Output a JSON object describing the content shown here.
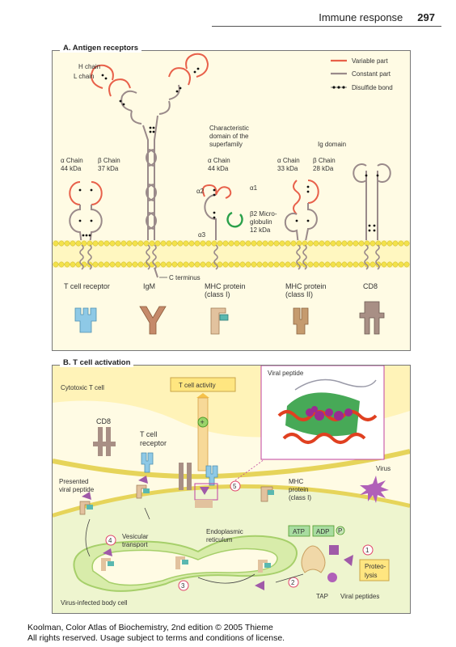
{
  "header": {
    "section": "Immune response",
    "page": "297"
  },
  "panel_a": {
    "title": "A. Antigen receptors",
    "legend": {
      "variable": "Variable part",
      "constant": "Constant part",
      "disulfide": "Disulfide bond"
    },
    "h_chain": "H chain",
    "l_chain": "L chain",
    "characteristic": [
      "Characteristic",
      "domain of the",
      "superfamily"
    ],
    "ig_domain": "Ig domain",
    "tcr_alpha": [
      "α Chain",
      "44 kDa"
    ],
    "tcr_beta": [
      "β Chain",
      "37 kDa"
    ],
    "mhc1_alpha": [
      "α Chain",
      "44 kDa"
    ],
    "mhc2_alpha": [
      "α Chain",
      "33 kDa"
    ],
    "mhc2_beta": [
      "β Chain",
      "28 kDa"
    ],
    "a1": "α1",
    "a2": "α2",
    "a3": "α3",
    "b2m": [
      "β2 Micro-",
      "globulin",
      "12 kDa"
    ],
    "c_terminus": "C terminus",
    "names": {
      "tcr": "T cell receptor",
      "igm": "IgM",
      "mhc1": [
        "MHC protein",
        "(class I)"
      ],
      "mhc2": [
        "MHC protein",
        "(class II)"
      ],
      "cd8": "CD8"
    }
  },
  "panel_b": {
    "title": "B. T cell activation",
    "cytotoxic": "Cytotoxic T cell",
    "activity": "T cell activity",
    "viral_peptide": "Viral peptide",
    "cd8": "CD8",
    "tcr": [
      "T cell",
      "receptor"
    ],
    "presented": [
      "Presented",
      "viral peptide"
    ],
    "virus": "Virus",
    "mhc": [
      "MHC",
      "protein",
      "(class I)"
    ],
    "er": [
      "Endoplasmic",
      "reticulum"
    ],
    "atp": "ATP",
    "adp": "ADP",
    "p": "P",
    "vesicular": [
      "Vesicular",
      "transport"
    ],
    "proteolysis": [
      "Proteo-",
      "lysis"
    ],
    "tap": "TAP",
    "viral_peptides": "Viral peptides",
    "body_cell": "Virus-infected body cell",
    "steps": [
      "1",
      "2",
      "3",
      "4",
      "5"
    ]
  },
  "footer": {
    "line1": "Koolman, Color Atlas of Biochemistry, 2nd edition © 2005 Thieme",
    "line2": "All rights reserved. Usage subject to terms and conditions of license."
  },
  "colors": {
    "variable": "#e8604a",
    "constant": "#9a8a8a",
    "membrane": "#f3e24a",
    "panel": "#fffbe4",
    "er": "#e8f2c4"
  }
}
